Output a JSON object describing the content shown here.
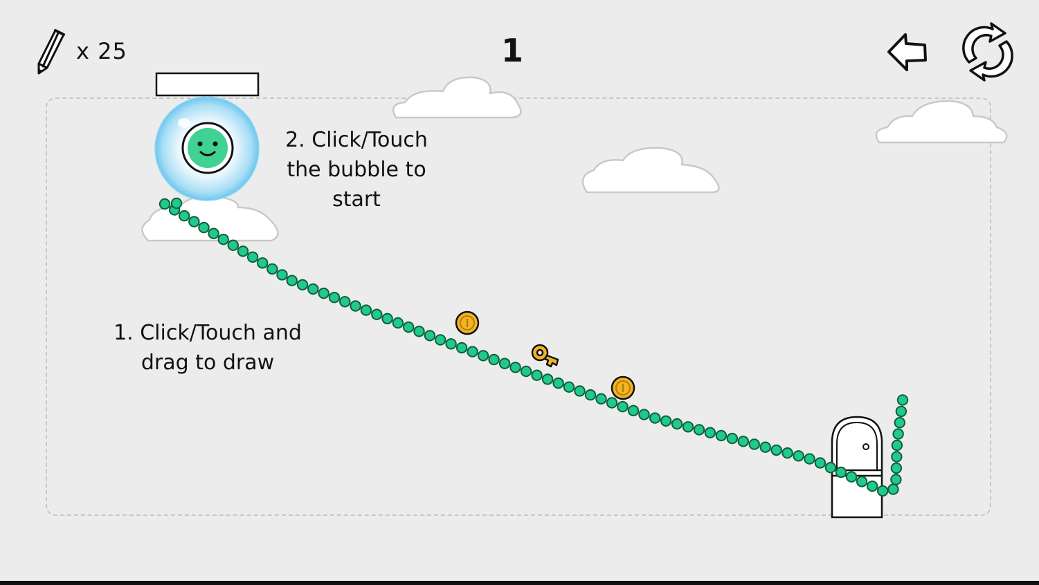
{
  "hud": {
    "pencil_count": "x 25",
    "level": "1"
  },
  "hints": {
    "drag_line1": "1. Click/Touch and",
    "drag_line2": "drag to draw",
    "bubble_line1": "2. Click/Touch",
    "bubble_line2": "the bubble to",
    "bubble_line3": "start"
  },
  "icons": {
    "pencil": "pencil-icon",
    "back": "back-arrow-icon",
    "restart": "restart-icon",
    "coin": "coin-icon",
    "key": "key-icon",
    "door": "door-icon"
  },
  "colors": {
    "background": "#ececec",
    "ink": "#111111",
    "drawn_line": "#21c98a",
    "drawn_line_stroke": "#0d5e40",
    "face": "#3fd293",
    "bubble": "#7fd0f2",
    "coin": "#f2b424",
    "cloud": "#ffffff",
    "dashed_border": "#c6c6c6"
  }
}
